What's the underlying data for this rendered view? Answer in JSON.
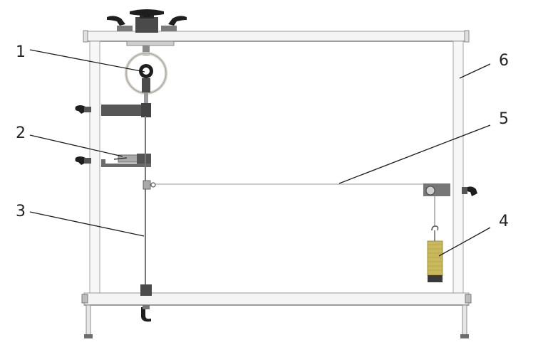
{
  "callouts": [
    {
      "id": "1",
      "label": "1"
    },
    {
      "id": "2",
      "label": "2"
    },
    {
      "id": "3",
      "label": "3"
    },
    {
      "id": "4",
      "label": "4"
    },
    {
      "id": "5",
      "label": "5"
    },
    {
      "id": "6",
      "label": "6"
    }
  ],
  "colors": {
    "frame": "#f2f2f2",
    "frame_edge": "#9a9a9a",
    "dark_metal": "#555555",
    "knob": "#1e1e1e",
    "weight_gold": "#c8b85a",
    "weight_dark": "#3a3a3a",
    "wire": "#8a8a8a"
  }
}
